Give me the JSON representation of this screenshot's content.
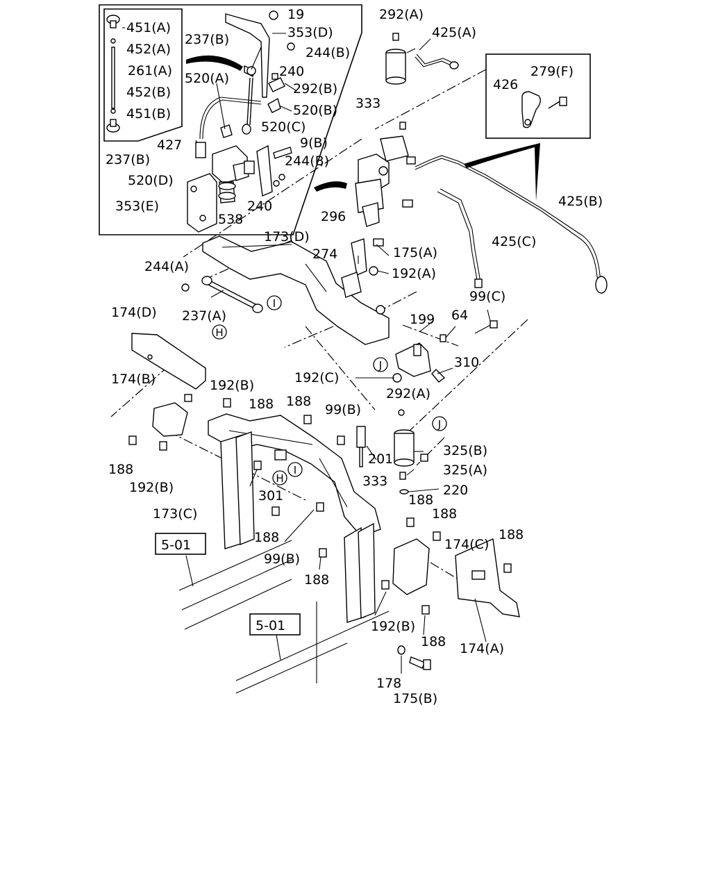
{
  "labels": {
    "l451a": "451(A)",
    "l452a": "452(A)",
    "l261a": "261(A)",
    "l452b": "452(B)",
    "l451b": "451(B)",
    "l237b_1": "237(B)",
    "l237b_2": "237(B)",
    "l19": "19",
    "l353d": "353(D)",
    "l244b_1": "244(B)",
    "l240_1": "240",
    "l520a": "520(A)",
    "l292b": "292(B)",
    "l520b": "520(B)",
    "l520c": "520(C)",
    "l427": "427",
    "l9b": "9(B)",
    "l244b_2": "244(B)",
    "l520d": "520(D)",
    "l353e": "353(E)",
    "l240_2": "240",
    "l538": "538",
    "l292a_1": "292(A)",
    "l425a": "425(A)",
    "l333_1": "333",
    "l279f": "279(F)",
    "l426": "426",
    "l425b": "425(B)",
    "l425c": "425(C)",
    "l296": "296",
    "l175a": "175(A)",
    "l173d": "173(D)",
    "l274": "274",
    "l192a": "192(A)",
    "l244a": "244(A)",
    "l237a": "237(A)",
    "l174d": "174(D)",
    "l99c": "99(C)",
    "l64": "64",
    "l199": "199",
    "l310": "310",
    "l192c": "192(C)",
    "l292a_2": "292(A)",
    "l174b": "174(B)",
    "l192b_1": "192(B)",
    "l188_1": "188",
    "l188_2": "188",
    "l99b_1": "99(B)",
    "l188_3": "188",
    "l192b_2": "192(B)",
    "l201": "201",
    "l325b": "325(B)",
    "l325a": "325(A)",
    "l333_2": "333",
    "l220": "220",
    "l301": "301",
    "l173c": "173(C)",
    "l188_4": "188",
    "l188_5": "188",
    "l188_6": "188",
    "l174c": "174(C)",
    "l188_7": "188",
    "l99b_2": "99(B)",
    "l188_8": "188",
    "l192b_3": "192(B)",
    "l188_9": "188",
    "l174a": "174(A)",
    "l178": "178",
    "l175b": "175(B)",
    "ref501_a": "5-01",
    "ref501_b": "5-01"
  },
  "markers": {
    "H": "H",
    "I": "I",
    "J": "J"
  }
}
